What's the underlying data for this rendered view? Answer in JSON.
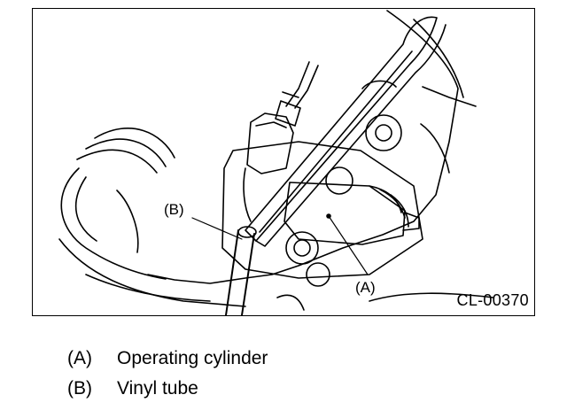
{
  "figure": {
    "code": "CL-00370",
    "callouts": [
      {
        "key": "a",
        "text": "(A)"
      },
      {
        "key": "b",
        "text": "(B)"
      }
    ]
  },
  "legend": [
    {
      "letter": "(A)",
      "label": "Operating cylinder"
    },
    {
      "letter": "(B)",
      "label": "Vinyl tube"
    }
  ]
}
